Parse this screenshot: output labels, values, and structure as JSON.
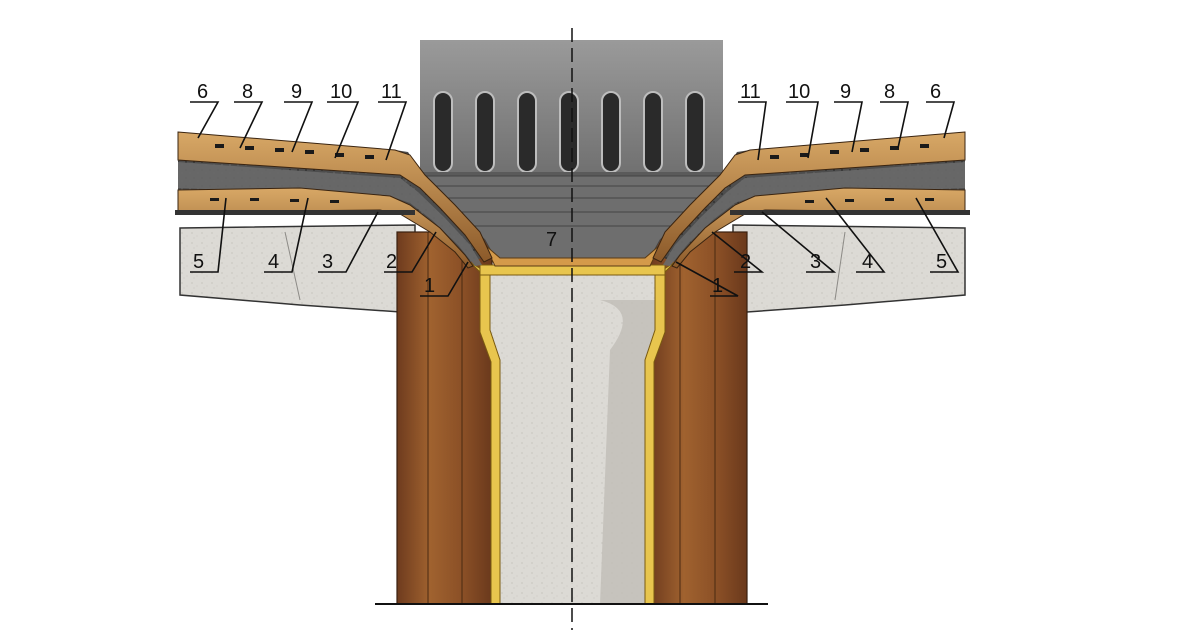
{
  "callouts": {
    "left": [
      "6",
      "8",
      "9",
      "10",
      "11",
      "5",
      "4",
      "3",
      "2",
      "1"
    ],
    "right": [
      "11",
      "10",
      "9",
      "8",
      "6",
      "2",
      "3",
      "4",
      "5",
      "1"
    ],
    "center": "7"
  },
  "colors": {
    "concrete": "#dcdad5",
    "slab_edge": "#bdbab4",
    "wood_dark": "#7a4322",
    "wood_light": "#a8683a",
    "gold_seal": "#e8c54e",
    "layer_tan": "#c99a58",
    "layer_brown": "#8a5a2c",
    "bitumen": "#3a3a3a",
    "gravel": "#5a5a5a",
    "grate": "#8e8e8e",
    "grate_dark": "#2a2a2a",
    "flange": "#6e6e6e",
    "axis_line": "#111111"
  }
}
